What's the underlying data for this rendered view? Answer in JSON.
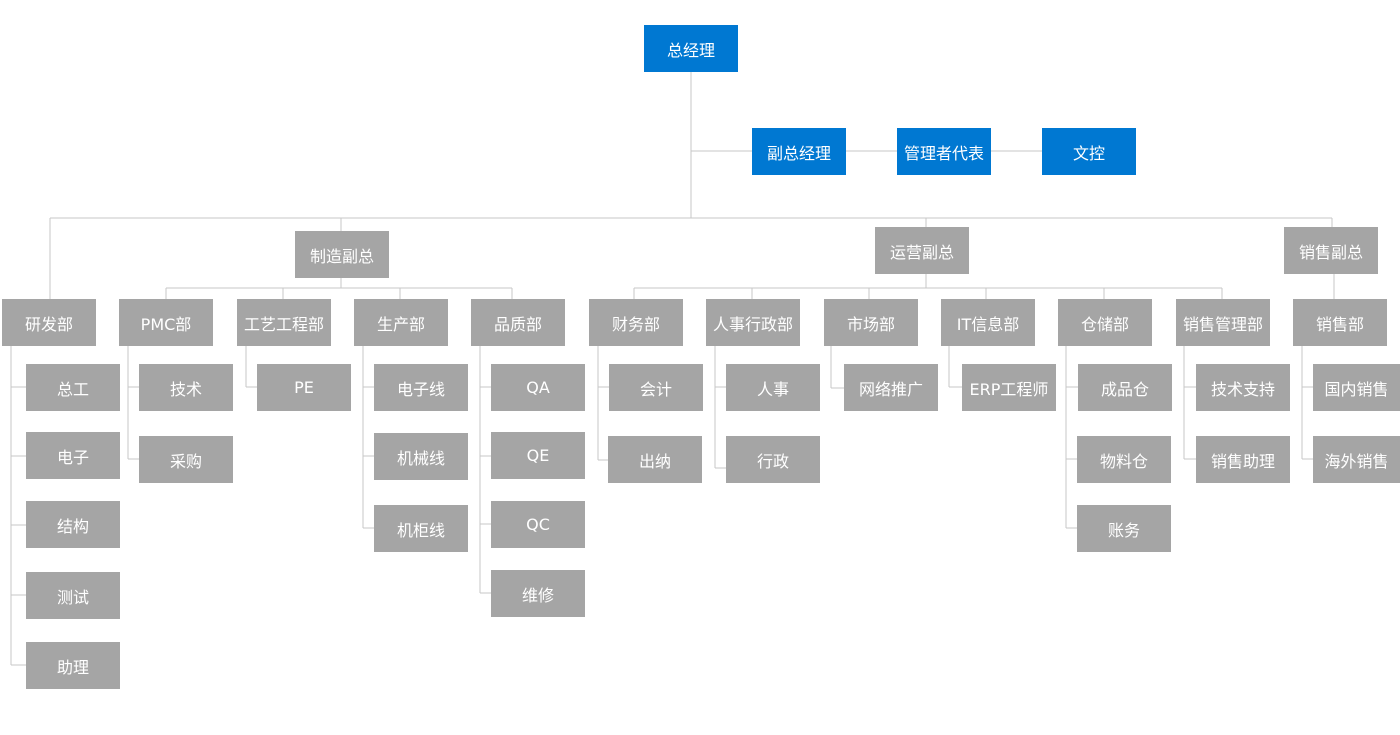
{
  "colors": {
    "executive": "#0078d2",
    "unit": "#a5a5a5",
    "connector": "#c7c7c7"
  },
  "org": {
    "gm": "总经理",
    "deputy_gm": "副总经理",
    "mgmt_rep": "管理者代表",
    "doc_control": "文控",
    "vps": {
      "manufacturing": "制造副总",
      "operations": "运营副总",
      "sales": "销售副总"
    },
    "departments": {
      "rd": {
        "name": "研发部",
        "items": [
          "总工",
          "电子",
          "结构",
          "测试",
          "助理"
        ]
      },
      "pmc": {
        "name": "PMC部",
        "items": [
          "技术",
          "采购"
        ]
      },
      "process": {
        "name": "工艺工程部",
        "items": [
          "PE"
        ]
      },
      "production": {
        "name": "生产部",
        "items": [
          "电子线",
          "机械线",
          "机柜线"
        ]
      },
      "quality": {
        "name": "品质部",
        "items": [
          "QA",
          "QE",
          "QC",
          "维修"
        ]
      },
      "finance": {
        "name": "财务部",
        "items": [
          "会计",
          "出纳"
        ]
      },
      "hr": {
        "name": "人事行政部",
        "items": [
          "人事",
          "行政"
        ]
      },
      "marketing": {
        "name": "市场部",
        "items": [
          "网络推广"
        ]
      },
      "it": {
        "name": "IT信息部",
        "items": [
          "ERP工程师"
        ]
      },
      "warehouse": {
        "name": "仓储部",
        "items": [
          "成品仓",
          "物料仓",
          "账务"
        ]
      },
      "sales_mgmt": {
        "name": "销售管理部",
        "items": [
          "技术支持",
          "销售助理"
        ]
      },
      "sales": {
        "name": "销售部",
        "items": [
          "国内销售",
          "海外销售"
        ]
      }
    }
  }
}
